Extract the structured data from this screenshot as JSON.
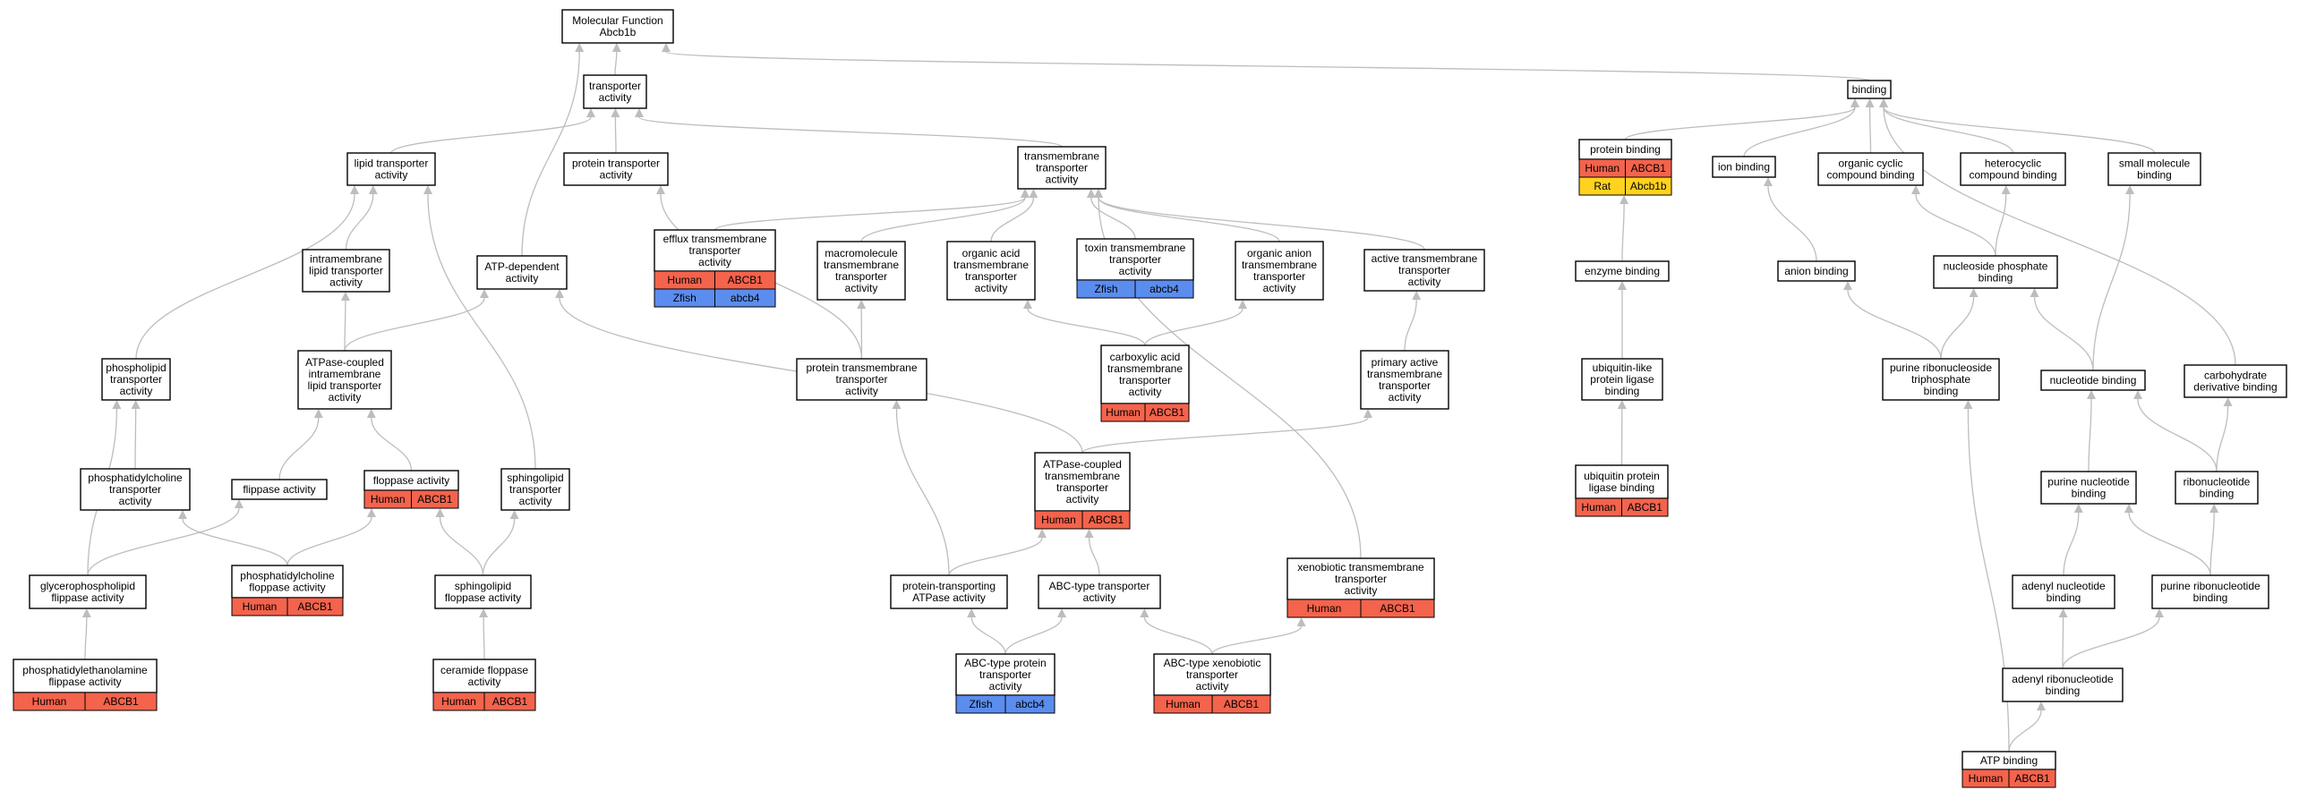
{
  "colors": {
    "edge": "#bdbdbd",
    "human": "#f4634c",
    "zfish": "#5b8def",
    "rat": "#ffd21f",
    "box_fill": "#ffffff",
    "box_stroke": "#000000"
  },
  "nodes": [
    {
      "id": "root",
      "lines": [
        "Molecular Function",
        "Abcb1b"
      ],
      "species": []
    },
    {
      "id": "transporter",
      "lines": [
        "transporter",
        "activity"
      ],
      "species": []
    },
    {
      "id": "binding",
      "lines": [
        "binding"
      ],
      "species": []
    },
    {
      "id": "lipid_transporter",
      "lines": [
        "lipid transporter",
        "activity"
      ],
      "species": []
    },
    {
      "id": "protein_transporter",
      "lines": [
        "protein transporter",
        "activity"
      ],
      "species": []
    },
    {
      "id": "transmembrane",
      "lines": [
        "transmembrane",
        "transporter",
        "activity"
      ],
      "species": []
    },
    {
      "id": "protein_binding",
      "lines": [
        "protein binding"
      ],
      "species": [
        [
          "Human",
          "ABCB1"
        ],
        [
          "Rat",
          "Abcb1b"
        ]
      ]
    },
    {
      "id": "ion_binding",
      "lines": [
        "ion binding"
      ],
      "species": []
    },
    {
      "id": "organic_cyclic",
      "lines": [
        "organic cyclic",
        "compound binding"
      ],
      "species": []
    },
    {
      "id": "heterocyclic",
      "lines": [
        "heterocyclic",
        "compound binding"
      ],
      "species": []
    },
    {
      "id": "small_molecule",
      "lines": [
        "small molecule",
        "binding"
      ],
      "species": []
    },
    {
      "id": "intramembrane",
      "lines": [
        "intramembrane",
        "lipid transporter",
        "activity"
      ],
      "species": []
    },
    {
      "id": "atp_dependent",
      "lines": [
        "ATP-dependent",
        "activity"
      ],
      "species": []
    },
    {
      "id": "efflux",
      "lines": [
        "efflux transmembrane",
        "transporter",
        "activity"
      ],
      "species": [
        [
          "Human",
          "ABCB1"
        ],
        [
          "Zfish",
          "abcb4"
        ]
      ]
    },
    {
      "id": "macromolecule",
      "lines": [
        "macromolecule",
        "transmembrane",
        "transporter",
        "activity"
      ],
      "species": []
    },
    {
      "id": "organic_acid",
      "lines": [
        "organic acid",
        "transmembrane",
        "transporter",
        "activity"
      ],
      "species": []
    },
    {
      "id": "toxin",
      "lines": [
        "toxin transmembrane",
        "transporter",
        "activity"
      ],
      "species": [
        [
          "Zfish",
          "abcb4"
        ]
      ]
    },
    {
      "id": "organic_anion",
      "lines": [
        "organic anion",
        "transmembrane",
        "transporter",
        "activity"
      ],
      "species": []
    },
    {
      "id": "active_tm",
      "lines": [
        "active transmembrane",
        "transporter",
        "activity"
      ],
      "species": []
    },
    {
      "id": "enzyme_binding",
      "lines": [
        "enzyme binding"
      ],
      "species": []
    },
    {
      "id": "anion_binding",
      "lines": [
        "anion binding"
      ],
      "species": []
    },
    {
      "id": "nucleoside_phosphate",
      "lines": [
        "nucleoside phosphate",
        "binding"
      ],
      "species": []
    },
    {
      "id": "phospholipid_tr",
      "lines": [
        "phospholipid",
        "transporter",
        "activity"
      ],
      "species": []
    },
    {
      "id": "atpase_intramembrane",
      "lines": [
        "ATPase-coupled",
        "intramembrane",
        "lipid transporter",
        "activity"
      ],
      "species": []
    },
    {
      "id": "protein_tm",
      "lines": [
        "protein transmembrane",
        "transporter",
        "activity"
      ],
      "species": []
    },
    {
      "id": "carboxylic",
      "lines": [
        "carboxylic acid",
        "transmembrane",
        "transporter",
        "activity"
      ],
      "species": [
        [
          "Human",
          "ABCB1"
        ]
      ]
    },
    {
      "id": "primary_active",
      "lines": [
        "primary active",
        "transmembrane",
        "transporter",
        "activity"
      ],
      "species": []
    },
    {
      "id": "ubiquitin_like",
      "lines": [
        "ubiquitin-like",
        "protein ligase",
        "binding"
      ],
      "species": []
    },
    {
      "id": "purine_ribonucleoside_tp",
      "lines": [
        "purine ribonucleoside",
        "triphosphate",
        "binding"
      ],
      "species": []
    },
    {
      "id": "nucleotide_binding",
      "lines": [
        "nucleotide binding"
      ],
      "species": []
    },
    {
      "id": "carbohydrate",
      "lines": [
        "carbohydrate",
        "derivative binding"
      ],
      "species": []
    },
    {
      "id": "phosphatidylcholine_tr",
      "lines": [
        "phosphatidylcholine",
        "transporter",
        "activity"
      ],
      "species": []
    },
    {
      "id": "flippase",
      "lines": [
        "flippase activity"
      ],
      "species": []
    },
    {
      "id": "floppase",
      "lines": [
        "floppase activity"
      ],
      "species": [
        [
          "Human",
          "ABCB1"
        ]
      ]
    },
    {
      "id": "sphingolipid_tr",
      "lines": [
        "sphingolipid",
        "transporter",
        "activity"
      ],
      "species": []
    },
    {
      "id": "atpase_tm",
      "lines": [
        "ATPase-coupled",
        "transmembrane",
        "transporter",
        "activity"
      ],
      "species": [
        [
          "Human",
          "ABCB1"
        ]
      ]
    },
    {
      "id": "ubiquitin_protein",
      "lines": [
        "ubiquitin protein",
        "ligase binding"
      ],
      "species": [
        [
          "Human",
          "ABCB1"
        ]
      ]
    },
    {
      "id": "purine_nucleotide",
      "lines": [
        "purine nucleotide",
        "binding"
      ],
      "species": []
    },
    {
      "id": "ribonucleotide",
      "lines": [
        "ribonucleotide",
        "binding"
      ],
      "species": []
    },
    {
      "id": "glycerophospholipid",
      "lines": [
        "glycerophospholipid",
        "flippase activity"
      ],
      "species": []
    },
    {
      "id": "pc_floppase",
      "lines": [
        "phosphatidylcholine",
        "floppase activity"
      ],
      "species": [
        [
          "Human",
          "ABCB1"
        ]
      ]
    },
    {
      "id": "sphingolipid_floppase",
      "lines": [
        "sphingolipid",
        "floppase activity"
      ],
      "species": []
    },
    {
      "id": "protein_transporting_atpase",
      "lines": [
        "protein-transporting",
        "ATPase activity"
      ],
      "species": []
    },
    {
      "id": "abc_type",
      "lines": [
        "ABC-type transporter",
        "activity"
      ],
      "species": []
    },
    {
      "id": "xenobiotic_tm",
      "lines": [
        "xenobiotic transmembrane",
        "transporter",
        "activity"
      ],
      "species": [
        [
          "Human",
          "ABCB1"
        ]
      ]
    },
    {
      "id": "adenyl_nucleotide",
      "lines": [
        "adenyl nucleotide",
        "binding"
      ],
      "species": []
    },
    {
      "id": "purine_ribonucleotide",
      "lines": [
        "purine ribonucleotide",
        "binding"
      ],
      "species": []
    },
    {
      "id": "pe_flippase",
      "lines": [
        "phosphatidylethanolamine",
        "flippase activity"
      ],
      "species": [
        [
          "Human",
          "ABCB1"
        ]
      ]
    },
    {
      "id": "ceramide_floppase",
      "lines": [
        "ceramide floppase",
        "activity"
      ],
      "species": [
        [
          "Human",
          "ABCB1"
        ]
      ]
    },
    {
      "id": "abc_protein",
      "lines": [
        "ABC-type protein",
        "transporter",
        "activity"
      ],
      "species": [
        [
          "Zfish",
          "abcb4"
        ]
      ]
    },
    {
      "id": "abc_xenobiotic",
      "lines": [
        "ABC-type xenobiotic",
        "transporter",
        "activity"
      ],
      "species": [
        [
          "Human",
          "ABCB1"
        ]
      ]
    },
    {
      "id": "adenyl_ribonucleotide",
      "lines": [
        "adenyl ribonucleotide",
        "binding"
      ],
      "species": []
    },
    {
      "id": "atp_binding",
      "lines": [
        "ATP binding"
      ],
      "species": [
        [
          "Human",
          "ABCB1"
        ]
      ]
    }
  ]
}
